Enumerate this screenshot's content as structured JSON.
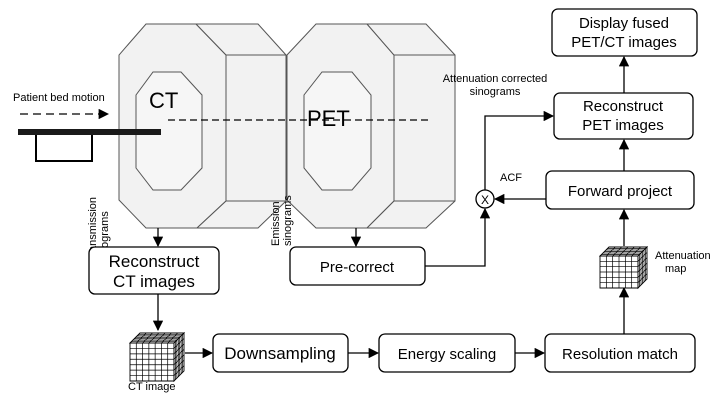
{
  "scanners": {
    "ct_label": "CT",
    "pet_label": "PET"
  },
  "labels": {
    "patient_bed_motion": "Patient bed motion",
    "transmission_sinograms_1": "Transmission",
    "transmission_sinograms_2": "sinograms",
    "emission_sinograms_1": "Emission",
    "emission_sinograms_2": "sinograms",
    "attenuation_corrected_1": "Attenuation corrected",
    "attenuation_corrected_2": "sinograms",
    "acf": "ACF",
    "multiply_symbol": "X",
    "attenuation_map_1": "Attenuation",
    "attenuation_map_2": "map",
    "ct_image": "CT image"
  },
  "boxes": {
    "display_line1": "Display fused",
    "display_line2": "PET/CT images",
    "reconstruct_pet_line1": "Reconstruct",
    "reconstruct_pet_line2": "PET images",
    "forward_project": "Forward project",
    "reconstruct_ct_line1": "Reconstruct",
    "reconstruct_ct_line2": "CT images",
    "pre_correct": "Pre-correct",
    "downsampling": "Downsampling",
    "energy_scaling": "Energy scaling",
    "resolution_match": "Resolution match"
  }
}
